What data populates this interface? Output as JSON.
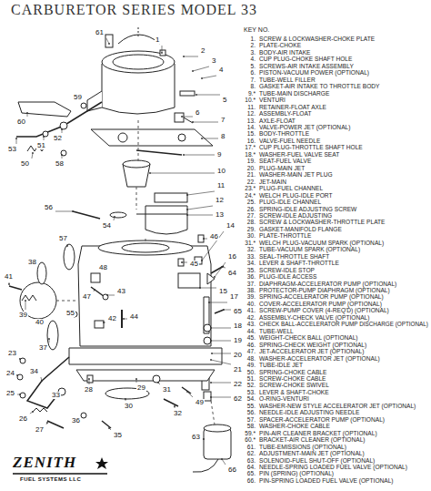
{
  "diagram": {
    "title": "CARBURETOR SERIES MODEL 33",
    "labels": [
      "KEY NO.",
      "1.",
      "SCREW & LOCKWASHER-CHOKE PLATE",
      "2.",
      "PLATE-CHOKE",
      "3.",
      "BODY-AIR INTAKE",
      "4.",
      "CUP PLUG-CHOKE SHAFT HOLE",
      "5.",
      "SCREWS-AIR INTAKE ASSEMBLY",
      "6.",
      "PISTON-VACUUM POWER (OPTIONAL)",
      "7.",
      "TUBE-WELL FILLER",
      "8.",
      "GASKET-AIR INTAKE TO THROTTLE BODY",
      "9.*",
      "TUBE-MAIN DISCHARGE",
      "10.*",
      "VENTURI",
      "11.",
      "RETAINER-FLOAT AXLE",
      "12.",
      "ASSEMBLY-FLOAT",
      "13.",
      "AXLE-FLOAT",
      "14.",
      "VALVE-POWER JET (OPTIONAL)",
      "15.",
      "BODY-THROTTLE",
      "16.",
      "VALVE-FUEL NEEDLE",
      "17.*",
      "CUP PLUG-THROTTLE SHAFT HOLE",
      "18.*",
      "WASHER-FUEL VALVE SEAT",
      "19.",
      "SEAT-FUEL VALVE",
      "20.",
      "PLUG-MAIN JET",
      "21.",
      "WASHER-MAIN JET PLUG",
      "22.",
      "JET-MAIN",
      "23.*",
      "PLUG-FUEL CHANNEL",
      "24.*",
      "WELCH PLUG-IDLE PORT",
      "25.",
      "PLUG-IDLE CHANNEL",
      "26.",
      "SPRING-IDLE ADJUSTING SCREW",
      "27.",
      "SCREW-IDLE ADJUSTING",
      "28.",
      "SCREW & LOCKWASHER-THROTTLE PLATE",
      "29.",
      "GASKET-MANIFOLD FLANGE",
      "30.",
      "PLATE-THROTTLE",
      "31.*",
      "WELCH PLUG-VACUUM SPARK (OPTIONAL)",
      "32.",
      "TUBE-VACUUM SPARK (OPTIONAL)",
      "33.",
      "SEAL-THROTTLE SHAFT",
      "34.",
      "LEVER & SHAFT-THROTTLE",
      "35.",
      "SCREW-IDLE STOP",
      "36.",
      "PLUG-IDLE ACCESS",
      "37.",
      "DIAPHRAGM-ACCELERATOR PUMP (OPTIONAL)",
      "38.",
      "PROTECTOR-PUMP DIAPHRAGM (OPTIONAL)",
      "39.",
      "SPRING-ACCELERATOR PUMP (OPTIONAL)",
      "40.",
      "COVER-ACCELERATOR PUMP (OPTIONAL)",
      "41.",
      "SCREW-PUMP COVER (4-REQ'D) (OPTIONAL)",
      "42.",
      "ASSEMBLY-CHECK VALVE (OPTIONAL)",
      "43.",
      "CHECK BALL-ACCELERATOR PUMP DISCHARGE (OPTIONAL)",
      "44.",
      "TUBE-WELL",
      "45.",
      "WEIGHT-CHECK BALL (OPTIONAL)",
      "46.",
      "SPRING-CHECK WEIGHT (OPTIONAL)",
      "47.",
      "JET-ACCELERATOR JET (OPTIONAL)",
      "48.",
      "WASHER-ACCELERATOR JET (OPTIONAL)",
      "49.",
      "TUBE-IDLE JET",
      "50.",
      "SPRING-CHOKE CABLE",
      "51.",
      "SCREW-CHOKE CABLE",
      "52.",
      "SCREW-CHOKE SWIVEL",
      "53.",
      "LEVER & SHAFT-CHOKE",
      "54.",
      "O-RING-VENTURI",
      "55.",
      "WASHER-NEW STYLE ACCELERATOR JET (OPTIONAL)",
      "56.",
      "NEEDLE-IDLE ADJUSTING NEEDLE",
      "57.",
      "SPACER-ACCELERATOR PUMP (OPTIONAL)",
      "58.",
      "WASHER-CHOKE CABLE",
      "59.*",
      "PIN-AIR CLEANER BRACKET (OPTIONAL)",
      "60.*",
      "BRACKET-AIR CLEANER (OPTIONAL)",
      "61.",
      "TUBE-EMISSIONS (OPTIONAL)",
      "62.",
      "ADJUSTMENT-MAIN JET (OPTIONAL)",
      "63.",
      "SOLENOID-FUEL SHUT-OFF (OPTIONAL)",
      "64.",
      "NEEDLE-SPRING LOADED FUEL VALVE (OPTIONAL)",
      "65.",
      "PIN (SPRING) (OPTIONAL)",
      "66.",
      "PIN-SPRING LOADED FUEL VALVE (OPTIONAL)",
      "61",
      "1",
      "2",
      "3",
      "4",
      "59",
      "5",
      "6",
      "7",
      "60",
      "8",
      "52",
      "51",
      "53",
      "50",
      "58",
      "9",
      "10",
      "11",
      "12",
      "56",
      "54",
      "13",
      "14",
      "46",
      "57",
      "38",
      "45",
      "16",
      "48",
      "64",
      "41",
      "15",
      "17",
      "47",
      "39",
      "43",
      "40",
      "65",
      "55",
      "42",
      "44",
      "18",
      "37",
      "19",
      "20",
      "21",
      "23",
      "22",
      "62",
      "24",
      "34",
      "25",
      "26",
      "33",
      "28",
      "29",
      "27",
      "30",
      "31",
      "32",
      "36",
      "49",
      "35",
      "63",
      "66",
      "ZENITH",
      "FUEL SYSTEMS LLC"
    ]
  }
}
